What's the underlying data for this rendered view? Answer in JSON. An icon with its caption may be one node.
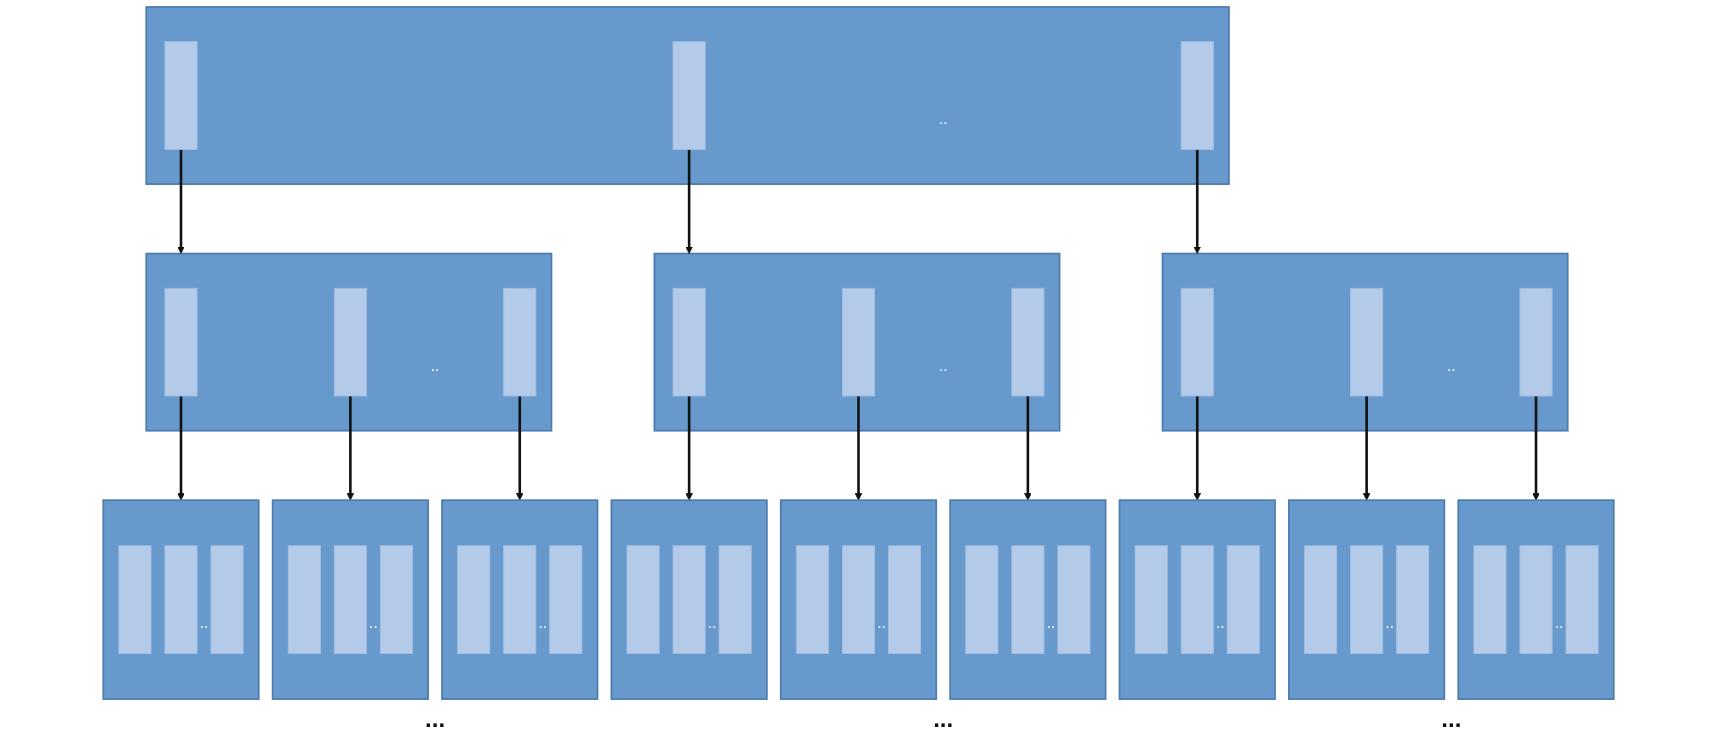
{
  "diagram": {
    "nodes": [
      {
        "text": [
          ".."
        ]
      },
      {
        "text": [],
        "shape": "bar",
        "in": 0
      },
      {
        "text": [],
        "shape": "bar",
        "in": 0
      },
      {
        "text": [],
        "shape": "bar",
        "in": 0
      },
      {
        "text": [
          ".."
        ]
      },
      {
        "text": [],
        "shape": "bar",
        "in": 4
      },
      {
        "text": [],
        "shape": "bar",
        "in": 4
      },
      {
        "text": [],
        "shape": "bar",
        "in": 4
      },
      {
        "text": [
          ".."
        ]
      },
      {
        "text": [],
        "shape": "bar",
        "in": 8
      },
      {
        "text": [],
        "shape": "bar",
        "in": 8
      },
      {
        "text": [],
        "shape": "bar",
        "in": 8
      },
      {
        "text": [
          ".."
        ]
      },
      {
        "text": [],
        "shape": "bar",
        "in": 12
      },
      {
        "text": [],
        "shape": "bar",
        "in": 12
      },
      {
        "text": [],
        "shape": "bar",
        "in": 12
      },
      {
        "text": [
          ".."
        ]
      },
      {
        "text": [],
        "shape": "bar",
        "in": 16
      },
      {
        "text": [],
        "shape": "bar",
        "in": 16
      },
      {
        "text": [],
        "shape": "bar",
        "in": 16
      },
      {
        "text": [
          ".."
        ]
      },
      {
        "text": [],
        "shape": "bar",
        "in": 20
      },
      {
        "text": [],
        "shape": "bar",
        "in": 20
      },
      {
        "text": [],
        "shape": "bar",
        "in": 20
      },
      {
        "text": [
          ".."
        ]
      },
      {
        "text": [],
        "shape": "bar",
        "in": 24
      },
      {
        "text": [],
        "shape": "bar",
        "in": 24
      },
      {
        "text": [],
        "shape": "bar",
        "in": 24
      },
      {
        "text": [
          ".."
        ]
      },
      {
        "text": [],
        "shape": "bar",
        "in": 28
      },
      {
        "text": [],
        "shape": "bar",
        "in": 28
      },
      {
        "text": [],
        "shape": "bar",
        "in": 28
      },
      {
        "text": [
          ".."
        ]
      },
      {
        "text": [],
        "shape": "bar",
        "in": 32
      },
      {
        "text": [],
        "shape": "bar",
        "in": 32
      },
      {
        "text": [],
        "shape": "bar",
        "in": 32
      },
      {
        "text": [
          ".."
        ]
      },
      {
        "text": [],
        "shape": "bar",
        "in": 36
      },
      {
        "text": [],
        "shape": "bar",
        "in": 36
      },
      {
        "text": [],
        "shape": "bar",
        "in": 36
      },
      {
        "text": [
          ".."
        ]
      },
      {
        "text": [],
        "shape": "bar",
        "in": 40
      },
      {
        "text": [],
        "shape": "bar",
        "in": 40
      },
      {
        "text": [],
        "shape": "bar",
        "in": 40
      },
      {
        "text": [
          ".."
        ]
      },
      {
        "text": [],
        "shape": "bar",
        "in": 44
      },
      {
        "text": [],
        "shape": "bar",
        "in": 44
      },
      {
        "text": [],
        "shape": "bar",
        "in": 44
      },
      {
        "text": [
          ".."
        ]
      },
      {
        "text": [],
        "shape": "bar",
        "in": 48
      },
      {
        "text": [],
        "shape": "bar",
        "in": 48
      },
      {
        "text": [],
        "shape": "bar",
        "in": 48
      }
    ],
    "edges": [
      {
        "from": 1,
        "to": 4,
        "arrow": "to"
      },
      {
        "from": 2,
        "to": 8,
        "arrow": "to"
      },
      {
        "from": 3,
        "to": 12,
        "arrow": "to"
      },
      {
        "from": 5,
        "to": 16,
        "arrow": "to"
      },
      {
        "from": 6,
        "to": 20,
        "arrow": "to"
      },
      {
        "from": 7,
        "to": 24,
        "arrow": "to"
      },
      {
        "from": 9,
        "to": 28,
        "arrow": "to"
      },
      {
        "from": 10,
        "to": 32,
        "arrow": "to"
      },
      {
        "from": 11,
        "to": 36,
        "arrow": "to"
      },
      {
        "from": 13,
        "to": 40,
        "arrow": "to"
      },
      {
        "from": 14,
        "to": 44,
        "arrow": "to"
      },
      {
        "from": 15,
        "to": 48,
        "arrow": "to"
      }
    ],
    "labels": [
      "...",
      "...",
      "..."
    ]
  }
}
